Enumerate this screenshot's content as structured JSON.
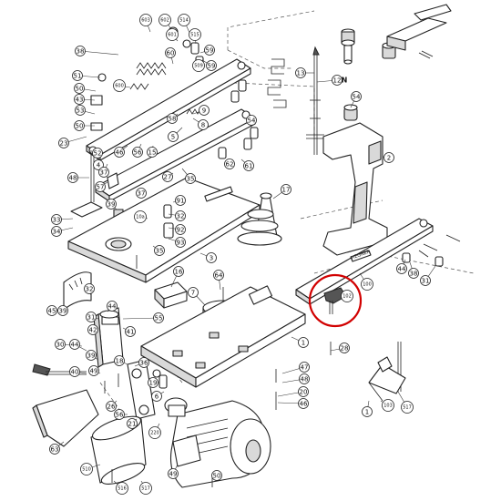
{
  "callouts": [
    {
      "text": "603"
    },
    {
      "text": "602"
    },
    {
      "text": "514"
    },
    {
      "text": "601"
    },
    {
      "text": "515"
    },
    {
      "text": "38"
    },
    {
      "text": "60"
    },
    {
      "text": "59"
    },
    {
      "text": "509"
    },
    {
      "text": "59"
    },
    {
      "text": "51"
    },
    {
      "text": "600"
    },
    {
      "text": "50"
    },
    {
      "text": "43"
    },
    {
      "text": "53"
    },
    {
      "text": "50"
    },
    {
      "text": "58"
    },
    {
      "text": "5"
    },
    {
      "text": "9"
    },
    {
      "text": "8"
    },
    {
      "text": "23"
    },
    {
      "text": "52"
    },
    {
      "text": "46"
    },
    {
      "text": "56"
    },
    {
      "text": "15"
    },
    {
      "text": "4"
    },
    {
      "text": "54"
    },
    {
      "text": "62"
    },
    {
      "text": "61"
    },
    {
      "text": "13"
    },
    {
      "text": "12"
    },
    {
      "text": "54"
    },
    {
      "text": "2"
    },
    {
      "text": "48"
    },
    {
      "text": "37"
    },
    {
      "text": "27"
    },
    {
      "text": "35"
    },
    {
      "text": "17"
    },
    {
      "text": "57"
    },
    {
      "text": "37"
    },
    {
      "text": "91"
    },
    {
      "text": "32"
    },
    {
      "text": "33"
    },
    {
      "text": "39"
    },
    {
      "text": "10a"
    },
    {
      "text": "92"
    },
    {
      "text": "34"
    },
    {
      "text": "93"
    },
    {
      "text": "35"
    },
    {
      "text": "3"
    },
    {
      "text": "1"
    },
    {
      "text": "16"
    },
    {
      "text": "64"
    },
    {
      "text": "7"
    },
    {
      "text": "44"
    },
    {
      "text": "38"
    },
    {
      "text": "31"
    },
    {
      "text": "100"
    },
    {
      "text": "32"
    },
    {
      "text": "102"
    },
    {
      "text": "45"
    },
    {
      "text": "39"
    },
    {
      "text": "44"
    },
    {
      "text": "41"
    },
    {
      "text": "55"
    },
    {
      "text": "31"
    },
    {
      "text": "42"
    },
    {
      "text": "30"
    },
    {
      "text": "44"
    },
    {
      "text": "39"
    },
    {
      "text": "40"
    },
    {
      "text": "49"
    },
    {
      "text": "18"
    },
    {
      "text": "36"
    },
    {
      "text": "26"
    },
    {
      "text": "56"
    },
    {
      "text": "21"
    },
    {
      "text": "220"
    },
    {
      "text": "28"
    },
    {
      "text": "19"
    },
    {
      "text": "6"
    },
    {
      "text": "47"
    },
    {
      "text": "48"
    },
    {
      "text": "63"
    },
    {
      "text": "20"
    },
    {
      "text": "510"
    },
    {
      "text": "516"
    },
    {
      "text": "517"
    },
    {
      "text": "49"
    },
    {
      "text": "50"
    },
    {
      "text": "46"
    },
    {
      "text": "103"
    },
    {
      "text": "517"
    },
    {
      "text": "1"
    }
  ],
  "brand_label": "HEGNER",
  "axis_letter": "N",
  "highlight": {
    "part": "102",
    "color": "#d10000"
  }
}
